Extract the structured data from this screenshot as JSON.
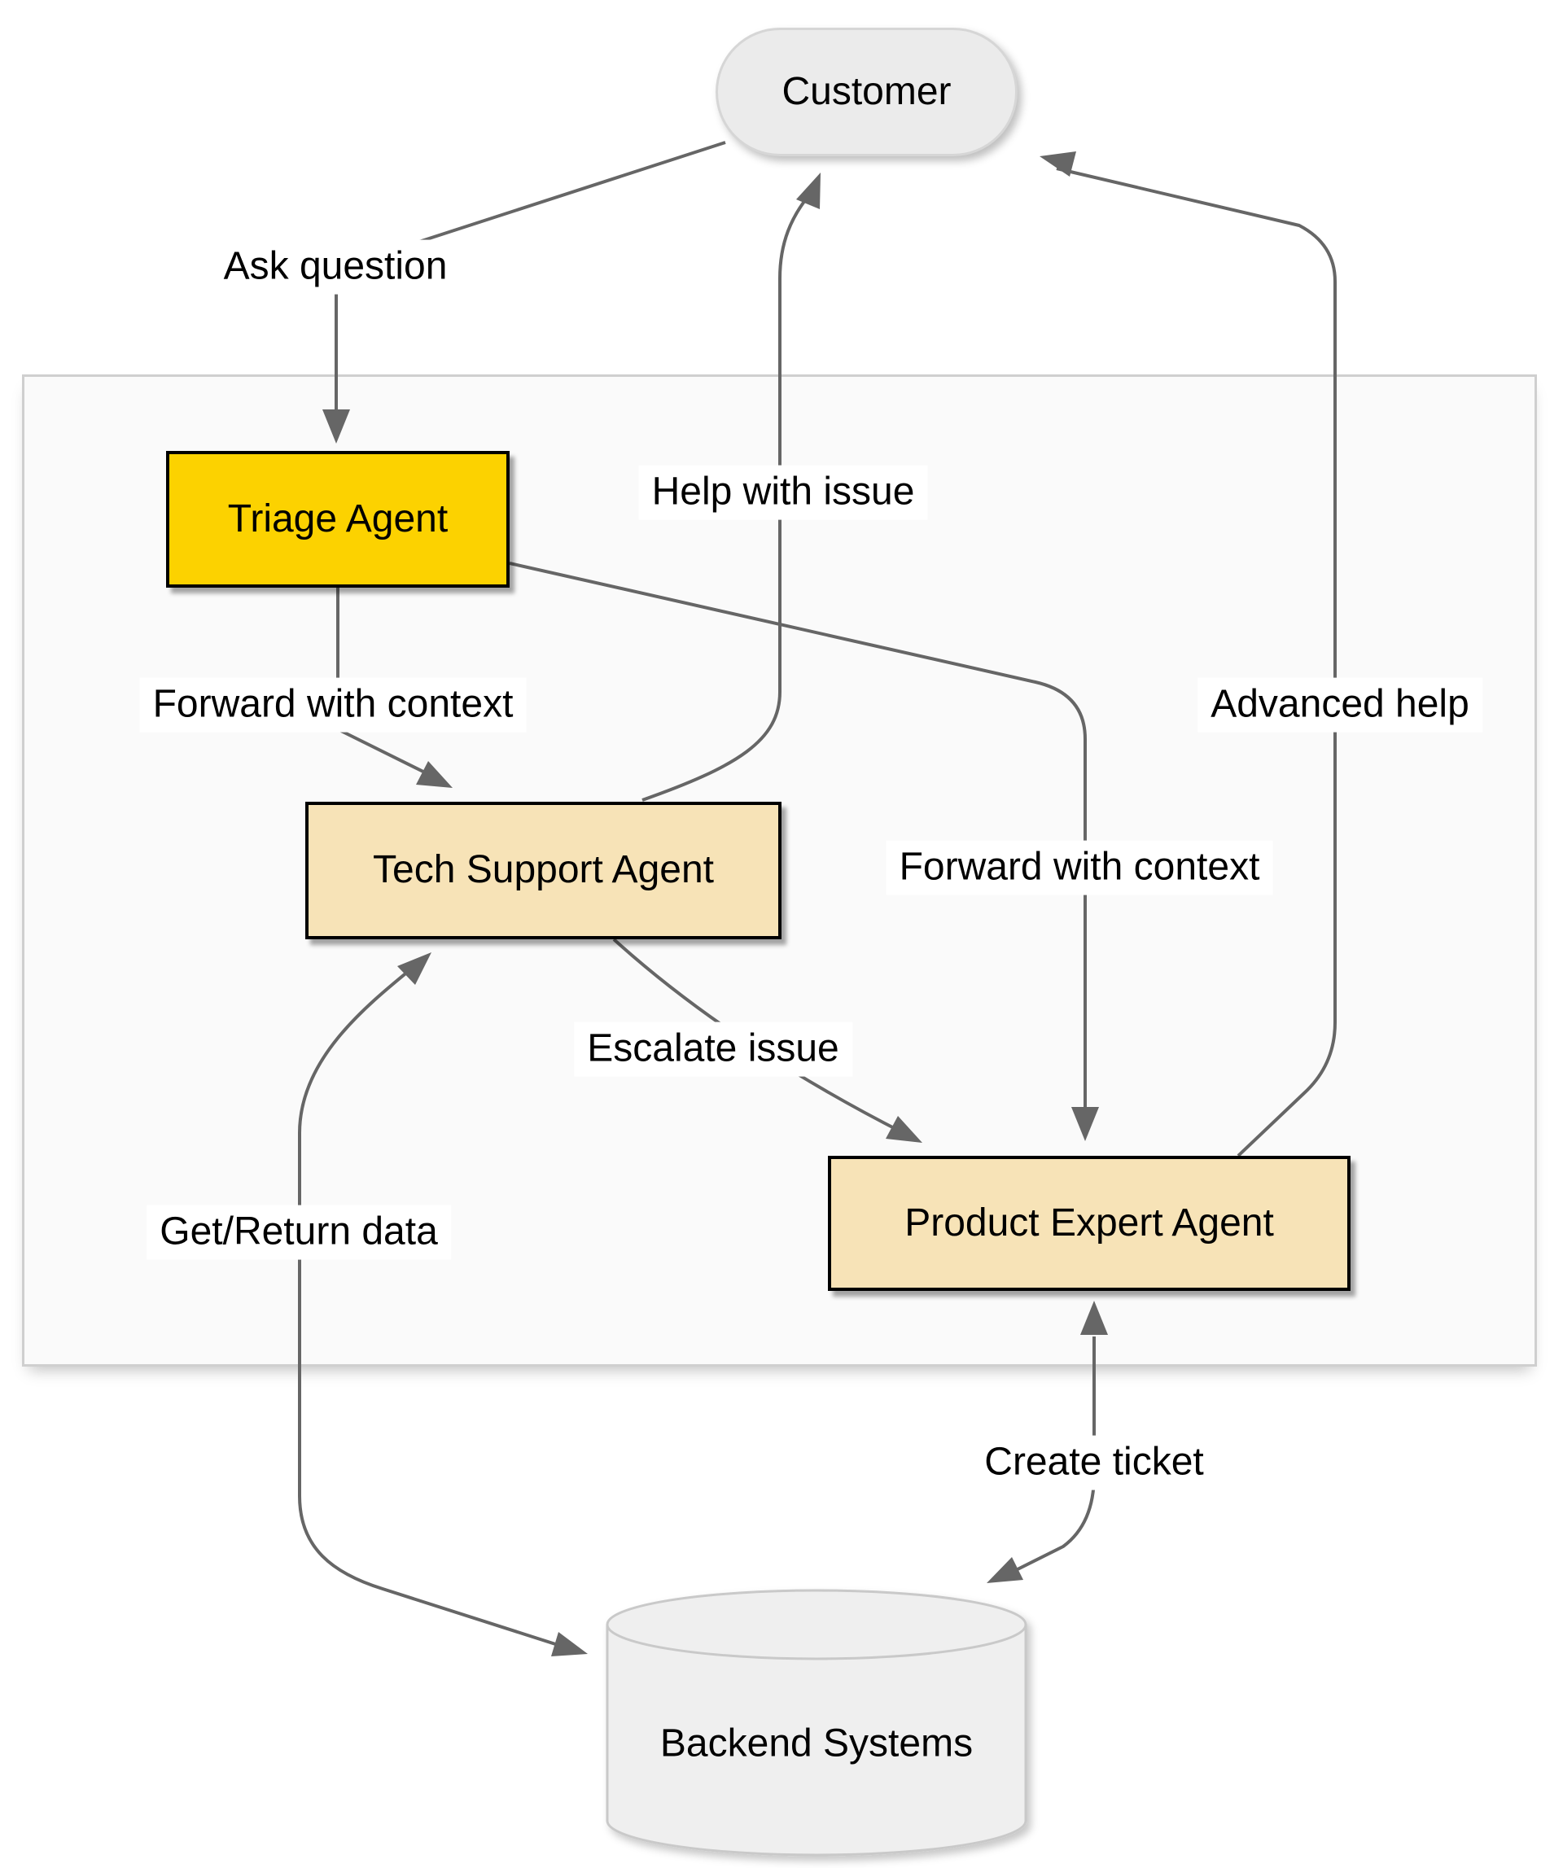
{
  "diagram": {
    "type": "flowchart",
    "nodes": {
      "customer": {
        "label": "Customer",
        "shape": "stadium"
      },
      "triage": {
        "label": "Triage Agent",
        "shape": "rect"
      },
      "tech_support": {
        "label": "Tech Support Agent",
        "shape": "rect"
      },
      "product_expert": {
        "label": "Product Expert Agent",
        "shape": "rect"
      },
      "backend": {
        "label": "Backend Systems",
        "shape": "cylinder"
      }
    },
    "edges": [
      {
        "id": "ask-question",
        "label": "Ask question",
        "from": "customer",
        "to": "triage",
        "bidirectional": false
      },
      {
        "id": "help-with-issue",
        "label": "Help with issue",
        "from": "tech_support",
        "to": "customer",
        "bidirectional": false
      },
      {
        "id": "forward-with-context-to-tech",
        "label": "Forward with context",
        "from": "triage",
        "to": "tech_support",
        "bidirectional": false
      },
      {
        "id": "forward-with-context-to-product",
        "label": "Forward with context",
        "from": "triage",
        "to": "product_expert",
        "bidirectional": false
      },
      {
        "id": "advanced-help",
        "label": "Advanced help",
        "from": "product_expert",
        "to": "customer",
        "bidirectional": false
      },
      {
        "id": "escalate-issue",
        "label": "Escalate issue",
        "from": "tech_support",
        "to": "product_expert",
        "bidirectional": false
      },
      {
        "id": "get-return-data",
        "label": "Get/Return data",
        "from": "tech_support",
        "to": "backend",
        "bidirectional": true
      },
      {
        "id": "create-ticket",
        "label": "Create ticket",
        "from": "product_expert",
        "to": "backend",
        "bidirectional": true
      }
    ],
    "colors": {
      "triage_fill": "#FCD200",
      "agent_fill": "#F7E3B7",
      "agent_border": "#000000",
      "neutral_fill": "#EBEBEB",
      "neutral_border": "#D6D6D6",
      "cylinder_fill": "#EFEFEF",
      "cylinder_border": "#C9C9C9",
      "container_fill": "#FAFAFA",
      "container_border": "#CFCFCF",
      "edge_stroke": "#666666",
      "label_background": "#FFFFFF",
      "text": "#000000"
    }
  }
}
